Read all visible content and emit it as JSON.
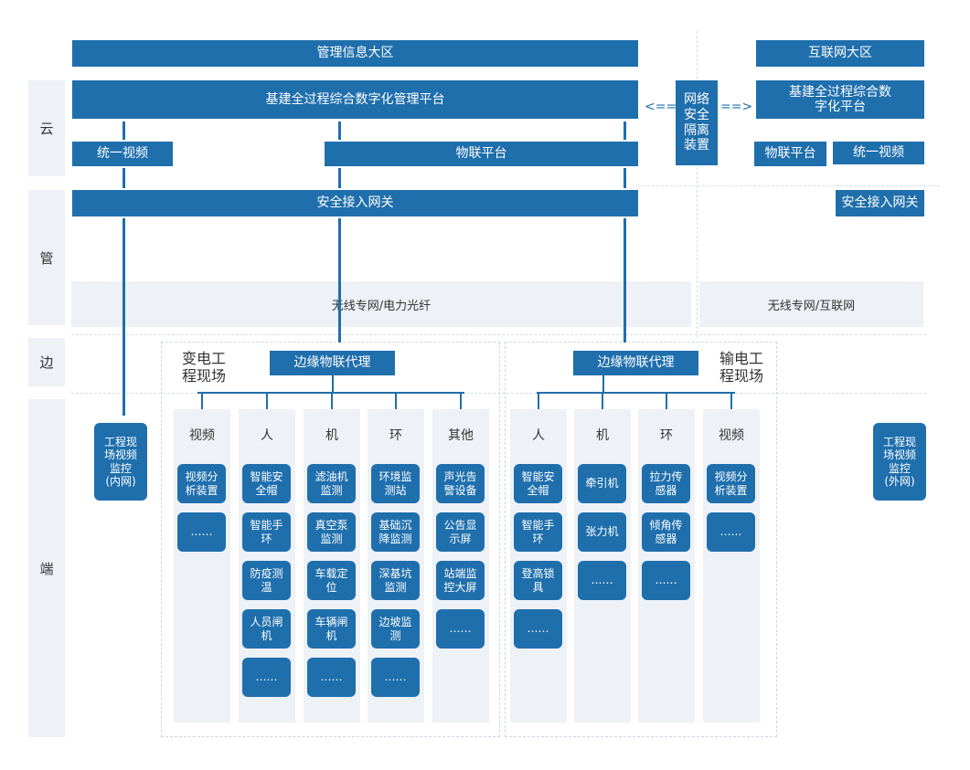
{
  "layers": {
    "cloud": "云",
    "pipe": "管",
    "edge": "边",
    "end": "端"
  },
  "left": {
    "mgmt_zone": "管理信息大区",
    "platform": "基建全过程综合数字化管理平台",
    "video": "统一视频",
    "iot": "物联平台",
    "gateway": "安全接入网关",
    "network": "无线专网/电力光纤"
  },
  "isolation": {
    "label": "网络安全隔离装置",
    "left_arrow": "<==",
    "right_arrow": "==>"
  },
  "right": {
    "internet_zone": "互联网大区",
    "platform": "基建全过程综合数字化平台",
    "iot": "物联平台",
    "video": "统一视频",
    "gateway": "安全接入网关",
    "network": "无线专网/互联网"
  },
  "left_device": "工程现场视频监控(内网)",
  "right_device": "工程现场视频监控(外网)",
  "substation": {
    "site": "变电工程现场",
    "proxy": "边缘物联代理",
    "columns": [
      {
        "title": "视频",
        "items": [
          "视频分析装置",
          "……"
        ]
      },
      {
        "title": "人",
        "items": [
          "智能安全帽",
          "智能手环",
          "防疫测温",
          "人员闸机",
          "……"
        ]
      },
      {
        "title": "机",
        "items": [
          "滤油机监测",
          "真空泵监测",
          "车载定位",
          "车辆闸机",
          "……"
        ]
      },
      {
        "title": "环",
        "items": [
          "环境监测站",
          "基础沉降监测",
          "深基坑监测",
          "边坡监测",
          "……"
        ]
      },
      {
        "title": "其他",
        "items": [
          "声光告警设备",
          "公告显示屏",
          "站端监控大屏",
          "……"
        ]
      }
    ]
  },
  "transmission": {
    "site": "输电工程现场",
    "proxy": "边缘物联代理",
    "columns": [
      {
        "title": "人",
        "items": [
          "智能安全帽",
          "智能手环",
          "登高锁具",
          "……"
        ]
      },
      {
        "title": "机",
        "items": [
          "牵引机",
          "张力机",
          "……"
        ]
      },
      {
        "title": "环",
        "items": [
          "拉力传感器",
          "倾角传感器",
          "……"
        ]
      },
      {
        "title": "视频",
        "items": [
          "视频分析装置",
          "……"
        ]
      }
    ]
  },
  "colors": {
    "primary": "#1f6fad",
    "panel": "#eef1f6"
  }
}
